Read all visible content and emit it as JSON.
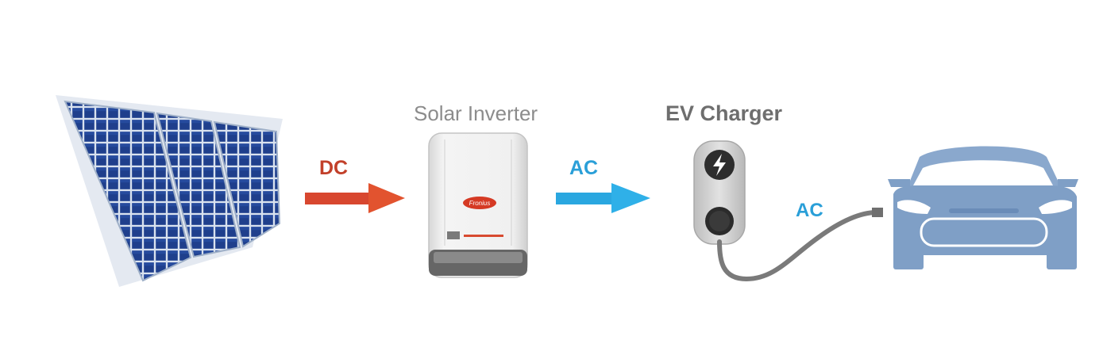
{
  "labels": {
    "inverter": "Solar Inverter",
    "ev_charger": "EV Charger",
    "dc": "DC",
    "ac_inverter_to_charger": "AC",
    "ac_charger_to_car": "AC"
  },
  "colors": {
    "dc_arrow": "#d8472f",
    "ac_arrow": "#2aa7e0",
    "panel_cell": "#1f3f8c",
    "car_body": "#7f9fc6",
    "charger_body": "#c9c9c9",
    "cable": "#7a7a7a",
    "inverter_body": "#ececec"
  },
  "icons": {
    "solar_panel": "solar-panel-icon",
    "inverter": "inverter-icon",
    "charger": "ev-charger-icon",
    "bolt": "lightning-bolt-icon",
    "car": "electric-car-icon"
  }
}
